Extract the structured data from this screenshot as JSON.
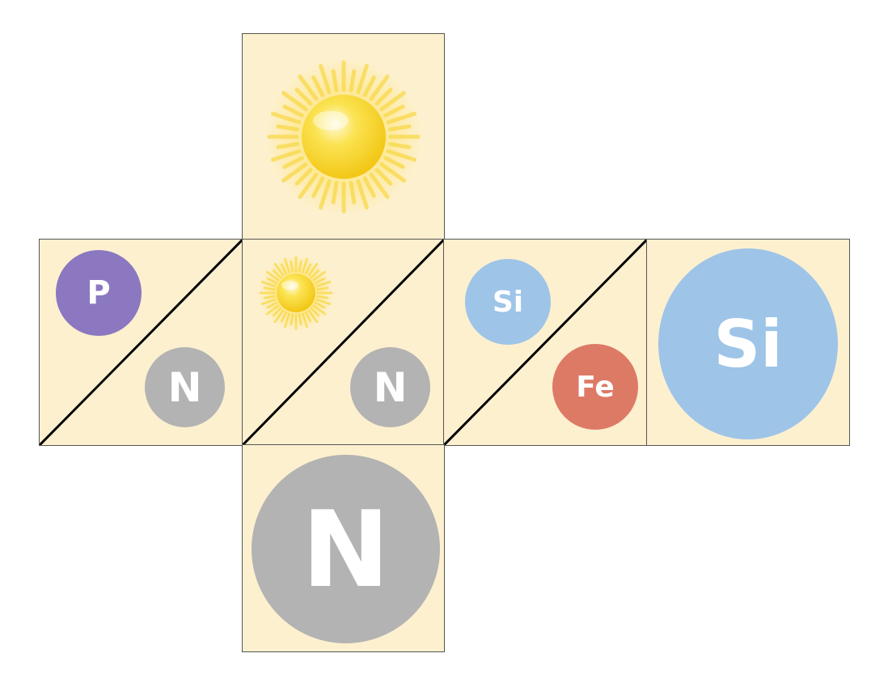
{
  "colors": {
    "face_fill": "#fdf0cf",
    "P": "#8b78c1",
    "N": "#b3b3b3",
    "Si": "#9ec4e8",
    "Fe": "#dd7a66",
    "sun": "#f6d421"
  },
  "faces": {
    "top": {
      "icon": "sun-icon"
    },
    "left": {
      "upper": "P",
      "lower": "N"
    },
    "center": {
      "upper_icon": "sun-icon",
      "lower": "N"
    },
    "right": {
      "upper": "Si",
      "lower": "Fe"
    },
    "far_right": {
      "label": "Si"
    },
    "bottom": {
      "label": "N"
    }
  }
}
